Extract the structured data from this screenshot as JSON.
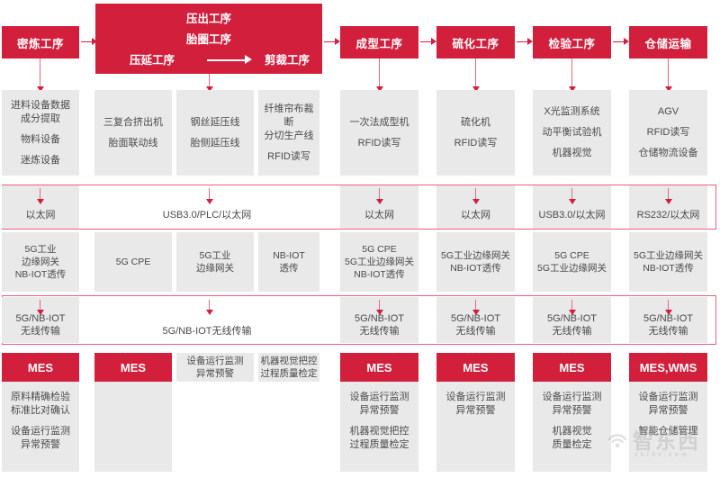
{
  "colors": {
    "brand_red": "#d21f3c",
    "band_outline": "#e8617c",
    "grey_box": "#e9e9e9",
    "text_grey": "#4a4a4a"
  },
  "process_header": {
    "first": "密炼工序",
    "grouped": {
      "line1": "压出工序",
      "line2": "胎圈工序",
      "line3_left": "压延工序",
      "line3_right": "剪裁工序"
    },
    "rest": [
      "成型工序",
      "硫化工序",
      "检验工序",
      "仓储运输"
    ]
  },
  "equipment_row": [
    {
      "groups": [
        [
          "进料设备数据",
          "成分提取"
        ],
        [
          "物料设备"
        ],
        [
          "迷炼设备"
        ]
      ]
    },
    {
      "groups": [
        [
          "三复合挤出机"
        ],
        [
          "胎面联动线"
        ]
      ]
    },
    {
      "groups": [
        [
          "钢丝延压线"
        ],
        [
          "胎侧延压线"
        ]
      ]
    },
    {
      "groups": [
        [
          "纤维帘布裁断",
          "分切生产线"
        ],
        [
          "RFID读写"
        ]
      ]
    },
    {
      "groups": [
        [
          "一次法成型机"
        ],
        [
          "RFID读写"
        ]
      ]
    },
    {
      "groups": [
        [
          "硫化机"
        ],
        [
          "RFID读写"
        ]
      ]
    },
    {
      "groups": [
        [
          "X光监测系统"
        ],
        [
          "动平衡试验机"
        ],
        [
          "机器视觉"
        ]
      ]
    },
    {
      "groups": [
        [
          "AGV"
        ],
        [
          "RFID读写"
        ],
        [
          "仓储物流设备"
        ]
      ]
    }
  ],
  "network_row": [
    {
      "label": "以太网"
    },
    {
      "label": "USB3.0/PLC/以太网"
    },
    {
      "label": "以太网"
    },
    {
      "label": "以太网"
    },
    {
      "label": "USB3.0/以太网"
    },
    {
      "label": "RS232/以太网"
    }
  ],
  "gateway_row": [
    {
      "lines": [
        "5G工业",
        "边缘网关",
        "NB-IOT透传"
      ]
    },
    {
      "lines": [
        "5G CPE"
      ]
    },
    {
      "lines": [
        "5G工业",
        "边缘网关"
      ]
    },
    {
      "lines": [
        "NB-IOT",
        "透传"
      ]
    },
    {
      "lines": [
        "5G CPE",
        "5G工业边缘网关",
        "NB-IOT透传"
      ]
    },
    {
      "lines": [
        "5G工业边缘网关",
        "NB-IOT透传"
      ]
    },
    {
      "lines": [
        "5G CPE",
        "5G工业边缘网关"
      ]
    },
    {
      "lines": [
        "5G工业边缘网关",
        "NB-IOT透传"
      ]
    }
  ],
  "wireless_row": [
    {
      "lines": [
        "5G/NB-IOT",
        "无线传输"
      ]
    },
    {
      "lines": [
        "5G/NB-IOT无线传输"
      ]
    },
    {
      "lines": [
        "5G/NB-IOT",
        "无线传输"
      ]
    },
    {
      "lines": [
        "5G/NB-IOT",
        "无线传输"
      ]
    },
    {
      "lines": [
        "5G/NB-IOT",
        "无线传输"
      ]
    },
    {
      "lines": [
        "5G/NB-IOT",
        "无线传输"
      ]
    }
  ],
  "mes_row": [
    {
      "head": "MES"
    },
    {
      "head": "MES"
    },
    {
      "head": "MES"
    },
    {
      "head": "MES"
    },
    {
      "head": "MES"
    },
    {
      "head": "MES,WMS"
    }
  ],
  "mes_inline_grey": [
    {
      "lines": [
        "设备运行监测",
        "异常预警"
      ]
    },
    {
      "lines": [
        "机器视觉把控",
        "过程质量检定"
      ]
    }
  ],
  "function_row": [
    {
      "groups": [
        [
          "原料精确检验",
          "标准比对确认"
        ],
        [
          "设备运行监测",
          "异常预警"
        ]
      ]
    },
    {
      "groups": []
    },
    {
      "groups": [
        [
          "设备运行监测",
          "异常预警"
        ],
        [
          "机器视觉把控",
          "过程质量检定"
        ]
      ]
    },
    {
      "groups": [
        [
          "设备运行监测",
          "异常预警"
        ]
      ]
    },
    {
      "groups": [
        [
          "设备运行监测",
          "异常预警"
        ],
        [
          "机器视觉",
          "质量检定"
        ]
      ]
    },
    {
      "groups": [
        [
          "设备运行监测",
          "异常预警"
        ],
        [
          "智能仓储管理"
        ]
      ]
    }
  ],
  "watermark": {
    "top": "智东西",
    "bottom": "zhidx.com"
  }
}
